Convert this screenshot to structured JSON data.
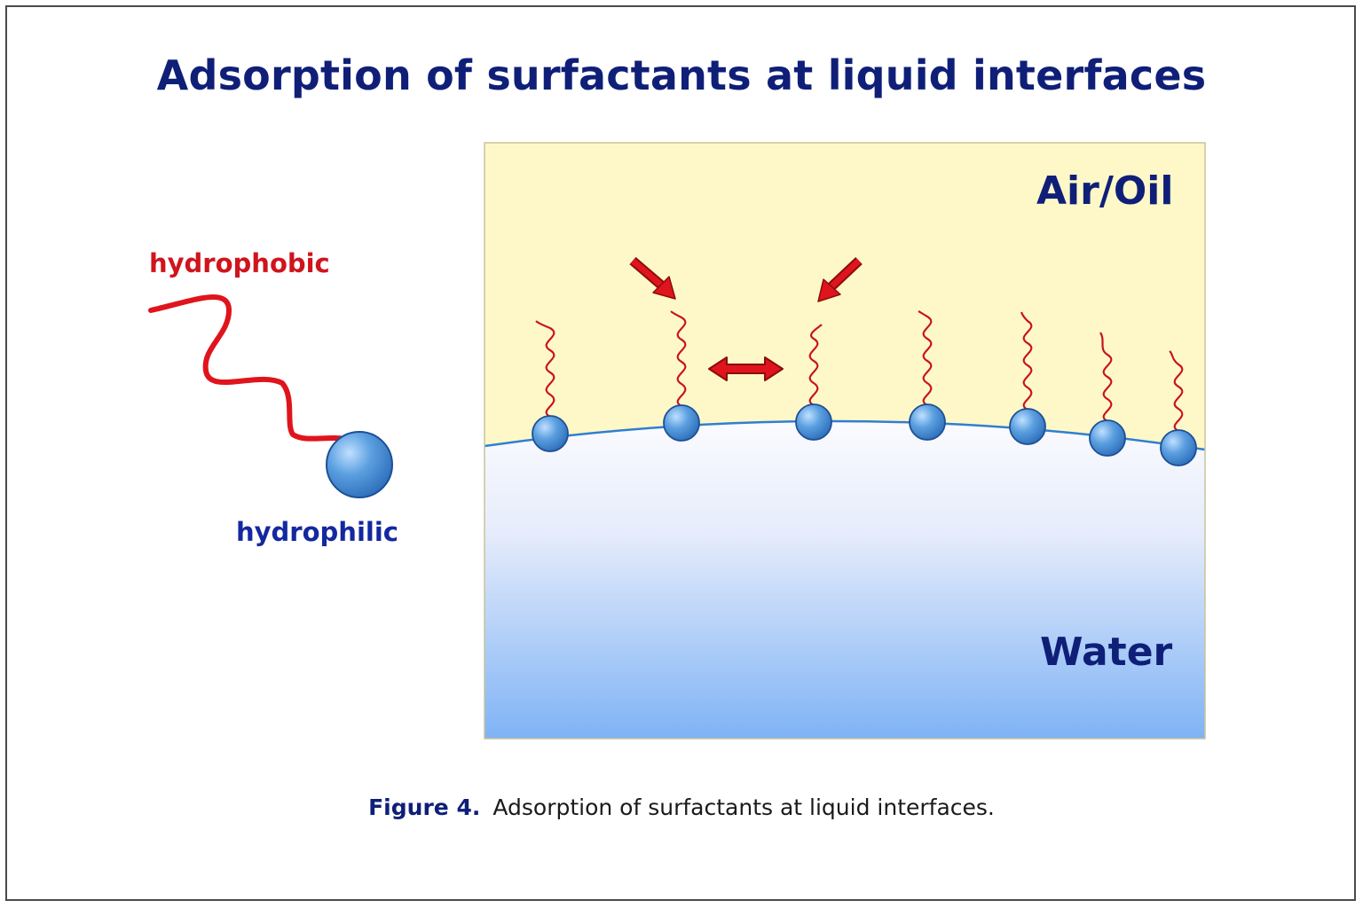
{
  "title": "Adsorption of surfactants at liquid interfaces",
  "molecule": {
    "tail_label": "hydrophobic",
    "head_label": "hydrophilic",
    "tail_color": "#e0141c",
    "head_color": "#3b86d0"
  },
  "phases": {
    "upper": "Air/Oil",
    "lower": "Water",
    "upper_color": "#fef8c8",
    "lower_color": "#7fb3f5"
  },
  "caption": {
    "label": "Figure 4.",
    "text": "Adsorption of surfactants at liquid interfaces."
  },
  "icons": [
    "red-arrow-icon",
    "double-arrow-icon"
  ]
}
